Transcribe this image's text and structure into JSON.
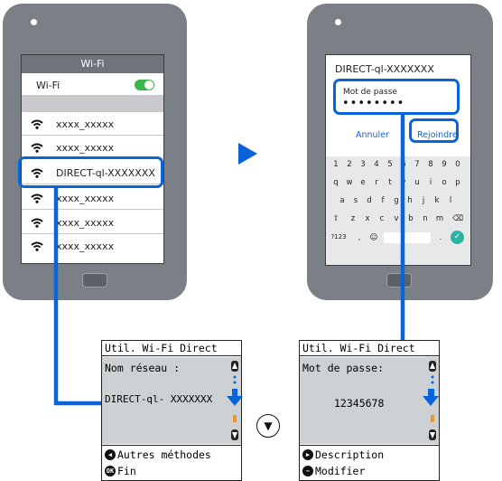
{
  "left_phone": {
    "title": "Wi-Fi",
    "wifi_toggle_label": "Wi-Fi",
    "networks": [
      "xxxx_xxxxx",
      "xxxx_xxxxx",
      "DIRECT-ql-XXXXXXX",
      "xxxx_xxxxx",
      "xxxx_xxxxx",
      "xxxx_xxxxx"
    ]
  },
  "right_phone": {
    "network_name": "DIRECT-ql-XXXXXXX",
    "password_label": "Mot de passe",
    "password_mask": "••••••••",
    "cancel_label": "Annuler",
    "join_label": "Rejoindre",
    "keyboard_rows": [
      [
        "1",
        "2",
        "3",
        "4",
        "5",
        "6",
        "7",
        "8",
        "9",
        "0"
      ],
      [
        "q",
        "w",
        "e",
        "r",
        "t",
        "y",
        "u",
        "i",
        "o",
        "p"
      ],
      [
        "a",
        "s",
        "d",
        "f",
        "g",
        "h",
        "j",
        "k",
        "l"
      ],
      [
        "⇧",
        "z",
        "x",
        "c",
        "v",
        "b",
        "n",
        "m",
        "⌫"
      ],
      [
        "?123",
        ",",
        "☺",
        "",
        "",
        "",
        ".",
        "✓"
      ]
    ]
  },
  "panel_left": {
    "title": "Util. Wi-Fi Direct",
    "label": "Nom réseau :",
    "value": "DIRECT-ql- XXXXXXX",
    "footer": [
      {
        "icon": "left-arrow-icon",
        "glyph": "◀",
        "text": "Autres méthodes"
      },
      {
        "icon": "ok-icon",
        "glyph": "OK",
        "text": "Fin"
      }
    ]
  },
  "panel_right": {
    "title": "Util. Wi-Fi Direct",
    "label": "Mot de passe:",
    "value": "12345678",
    "footer": [
      {
        "icon": "right-arrow-icon",
        "glyph": "▶",
        "text": "Description"
      },
      {
        "icon": "minus-icon",
        "glyph": "−",
        "text": "Modifier"
      }
    ]
  },
  "connector": {
    "down_symbol": "▼"
  },
  "colors": {
    "highlight": "#0a64d9",
    "phone_body": "#7b8087",
    "toggle_on": "#3cb54a"
  }
}
